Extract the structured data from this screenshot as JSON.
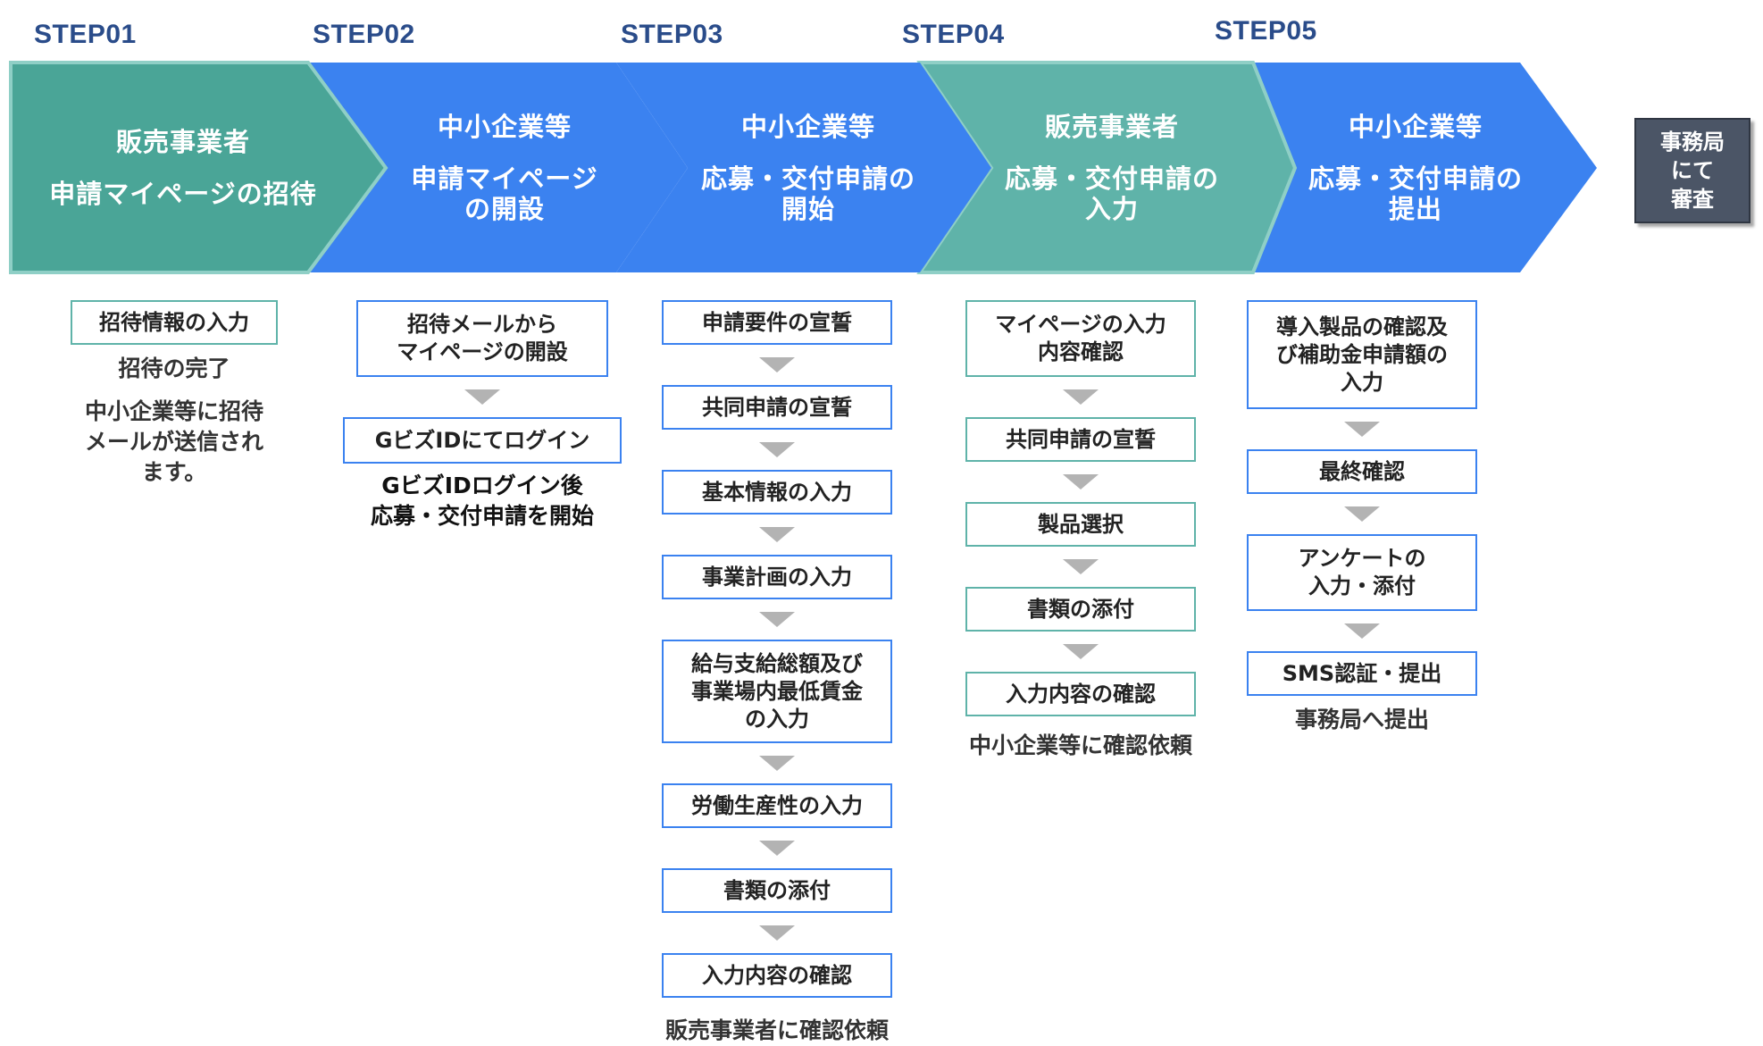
{
  "steps": [
    {
      "label": "STEP01",
      "actor": "販売事業者",
      "action": "申請マイページの招待"
    },
    {
      "label": "STEP02",
      "actor": "中小企業等",
      "action": "申請マイページ\nの開設"
    },
    {
      "label": "STEP03",
      "actor": "中小企業等",
      "action": "応募・交付申請の\n開始"
    },
    {
      "label": "STEP04",
      "actor": "販売事業者",
      "action": "応募・交付申請の\n入力"
    },
    {
      "label": "STEP05",
      "actor": "中小企業等",
      "action": "応募・交付申請の\n提出"
    }
  ],
  "final": {
    "label": "事務局\nにて\n審査"
  },
  "colors": {
    "teal": "#4aa597",
    "blue": "#3b82f0",
    "step_label": "#2a4c8a",
    "final_bg": "#4b5566",
    "arrow": "#b3b3b3"
  },
  "columns": {
    "step01": {
      "box1": "招待情報の入力",
      "note1": "招待の完了",
      "note2": "中小企業等に招待\nメールが送信され\nます。"
    },
    "step02": {
      "box1": "招待メールから\nマイページの開設",
      "box2": "GビズIDにてログイン",
      "note1": "GビズIDログイン後\n応募・交付申請を開始"
    },
    "step03": {
      "boxes": [
        "申請要件の宣誓",
        "共同申請の宣誓",
        "基本情報の入力",
        "事業計画の入力",
        "給与支給総額及び\n事業場内最低賃金\nの入力",
        "労働生産性の入力",
        "書類の添付",
        "入力内容の確認"
      ],
      "note1": "販売事業者に確認依頼"
    },
    "step04": {
      "boxes": [
        "マイページの入力\n内容確認",
        "共同申請の宣誓",
        "製品選択",
        "書類の添付",
        "入力内容の確認"
      ],
      "note1": "中小企業等に確認依頼"
    },
    "step05": {
      "boxes": [
        "導入製品の確認及\nび補助金申請額の\n入力",
        "最終確認",
        "アンケートの\n入力・添付",
        "SMS認証・提出"
      ],
      "note1": "事務局へ提出"
    }
  }
}
